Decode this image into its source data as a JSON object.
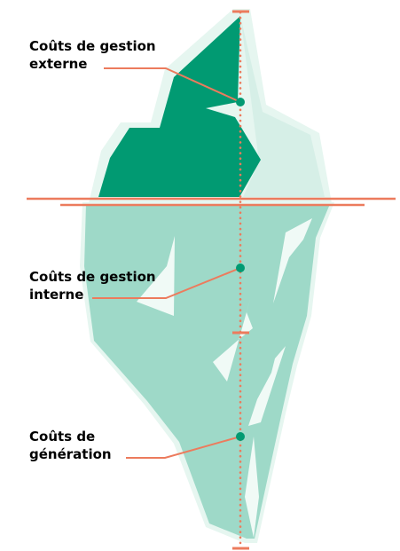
{
  "colors": {
    "tip_dark": "#019a72",
    "tip_light": "#d6efe7",
    "tip_outline": "#e6f6f0",
    "underwater_main": "#9ed9c8",
    "underwater_highlight": "#f0faf6",
    "waterline": "#ec7b5d",
    "callout_line": "#ec7b5d",
    "marker": "#019a72",
    "label_text": "#000000"
  },
  "labels": [
    {
      "id": "externe",
      "line1": "Coûts de gestion",
      "line2": "externe"
    },
    {
      "id": "interne",
      "line1": "Coûts de gestion",
      "line2": "interne"
    },
    {
      "id": "generation",
      "line1": "Coûts de",
      "line2": "génération"
    }
  ]
}
